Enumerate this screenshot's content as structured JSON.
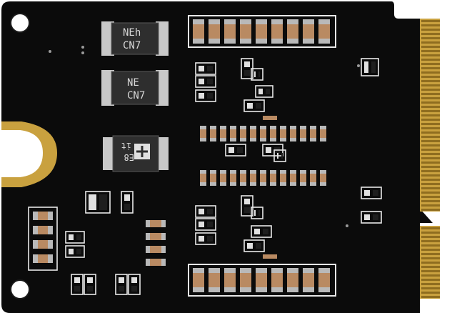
{
  "image": {
    "subject": "PCB board",
    "colors": {
      "background": "#ffffff",
      "board": "#0b0b0b",
      "silkscreen": "#e8e8e8",
      "gold": "#c9a13f",
      "gold_dark": "#8f6d1f",
      "component_body": "#2a2a2a",
      "component_metal": "#b9b9b9",
      "resistor_tan": "#b98a62"
    }
  },
  "chips": [
    {
      "line1": "NEh",
      "line2": "CN7"
    },
    {
      "line1": "NE",
      "line2": "CN7"
    },
    {
      "line1": "E8",
      "line2": "it"
    }
  ]
}
